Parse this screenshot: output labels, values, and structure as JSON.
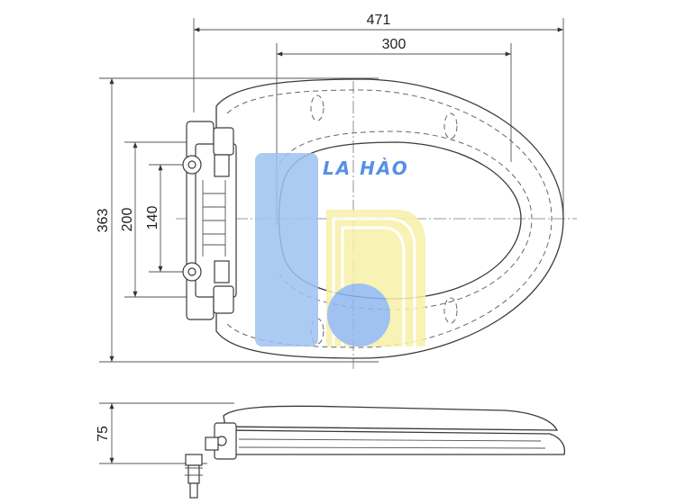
{
  "dimensions": {
    "overall_length": "471",
    "inner_length": "300",
    "overall_width": "363",
    "hinge_outer_spacing": "200",
    "hinge_bolt_spacing": "140",
    "seat_height": "75"
  },
  "watermark": {
    "text": "LA HÀO",
    "text_color": "#3a7de0",
    "blue_color": "#9ec3f2",
    "yellow_color": "#f7f0a8"
  }
}
